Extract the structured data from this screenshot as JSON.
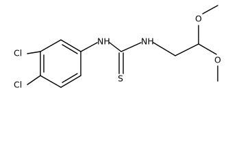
{
  "molecule": {
    "atoms": {
      "cl_top": "Cl",
      "cl_bottom": "Cl",
      "nh_left": "NH",
      "nh_right": "NH",
      "sulfur": "S",
      "o_top": "O",
      "o_bottom": "O"
    }
  }
}
